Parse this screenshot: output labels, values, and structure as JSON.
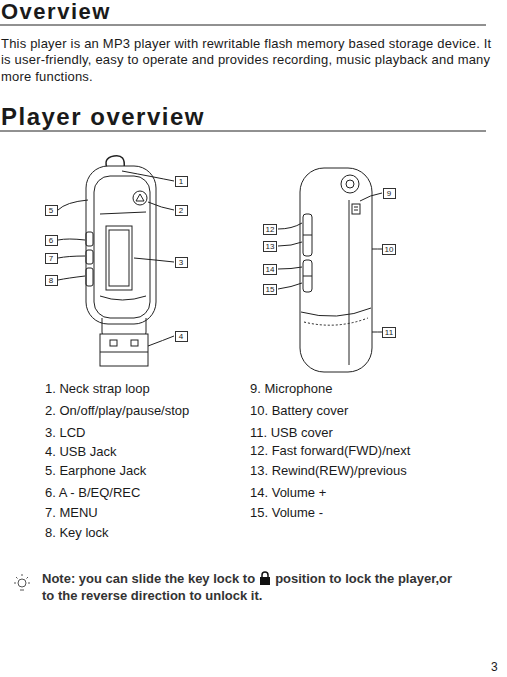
{
  "diagram": {
    "title": "Overview",
    "nodes": [
      {
        "text": [
          "1"
        ]
      },
      {
        "text": [
          "2"
        ]
      },
      {
        "text": [
          "3"
        ]
      },
      {
        "text": [
          "4"
        ]
      },
      {
        "text": [
          "5"
        ]
      },
      {
        "text": [
          "6"
        ]
      },
      {
        "text": [
          "7"
        ]
      },
      {
        "text": [
          "8"
        ]
      },
      {
        "text": [
          "9"
        ]
      },
      {
        "text": [
          "10"
        ]
      },
      {
        "text": [
          "11"
        ]
      },
      {
        "text": [
          "12"
        ]
      },
      {
        "text": [
          "13"
        ]
      },
      {
        "text": [
          "14"
        ]
      },
      {
        "text": [
          "15"
        ]
      }
    ],
    "labels": [
      "This player is an MP3 player with rewritable flash memory based storage device. It is user-friendly, easy to operate and provides recording, music playback and many more functions.",
      "Player overview",
      "1. Neck strap loop",
      "2. On/off/play/pause/stop",
      "3. LCD",
      "4. USB Jack",
      "5. Earphone Jack",
      "6. A - B/EQ/REC",
      "7. MENU",
      "8. Key lock",
      "9. Microphone",
      "10. Battery cover",
      "11. USB cover",
      "12. Fast forward(FWD)/next",
      "13. Rewind(REW)/previous",
      "14. Volume +",
      "15. Volume -",
      "Note: you can slide the key lock to",
      "position to lock the player,or to the reverse direction to unlock it.",
      "3"
    ]
  }
}
